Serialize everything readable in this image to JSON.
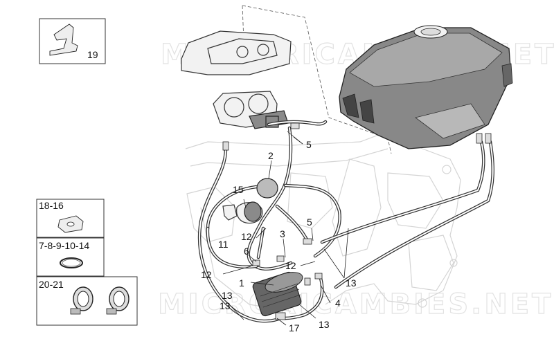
{
  "watermark": "MICRORICAMBIES.NET",
  "inset_boxes": [
    {
      "id": "box-19",
      "label": "19"
    },
    {
      "id": "box-18-16",
      "label": "18-16"
    },
    {
      "id": "box-7-14",
      "label": "7-8-9-10-14"
    },
    {
      "id": "box-20-21",
      "label": "20-21"
    }
  ],
  "callouts": [
    "1",
    "2",
    "3",
    "4",
    "5",
    "5",
    "6",
    "11",
    "12",
    "12",
    "12",
    "13",
    "13",
    "13",
    "13",
    "15",
    "17"
  ]
}
